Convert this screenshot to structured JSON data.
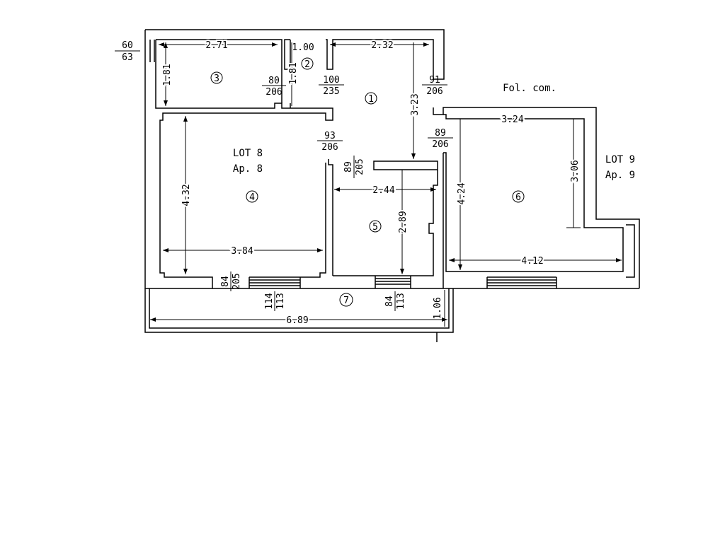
{
  "labels": {
    "top_left_frac_num": "60",
    "top_left_frac_den": "63",
    "fol_com": "Fol. com.",
    "lot8": "LOT 8",
    "ap8": "Ap. 8",
    "lot9": "LOT 9",
    "ap9": "Ap. 9"
  },
  "rooms": [
    "1",
    "2",
    "3",
    "4",
    "5",
    "6",
    "7"
  ],
  "dimensions": {
    "d271": "2.71",
    "d100": "1.00",
    "d232": "2.32",
    "d181a": "1.81",
    "d181b": "1.81",
    "d323": "3.23",
    "d324": "3.24",
    "d306": "3.06",
    "d432": "4.32",
    "d384": "3.84",
    "d244": "2.44",
    "d289": "2.89",
    "d424": "4.24",
    "d412": "4.12",
    "d689": "6.89",
    "d106": "1.06"
  },
  "doors": {
    "door_80": {
      "num": "80",
      "den": "206"
    },
    "door_100": {
      "num": "100",
      "den": "235"
    },
    "door_91": {
      "num": "91",
      "den": "206"
    },
    "door_93": {
      "num": "93",
      "den": "206"
    },
    "door_89a": {
      "num": "89",
      "den": "206"
    },
    "door_89b": {
      "num": "89",
      "den": "205"
    },
    "door_84a": {
      "num": "84",
      "den": "205"
    },
    "win_114": {
      "num": "114",
      "den": "113"
    },
    "win_84": {
      "num": "84",
      "den": "113"
    }
  }
}
